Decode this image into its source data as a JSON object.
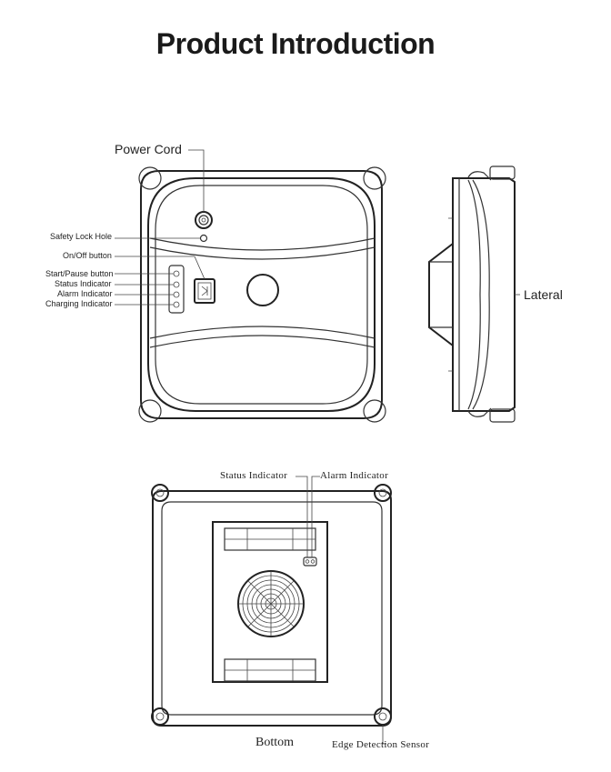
{
  "title": "Product Introduction",
  "front_view": {
    "labels": {
      "power_cord": "Power Cord",
      "safety_lock_hole": "Safety Lock Hole",
      "on_off_button": "On/Off button",
      "start_pause_button": "Start/Pause button",
      "status_indicator": "Status Indicator",
      "alarm_indicator": "Alarm Indicator",
      "charging_indicator": "Charging Indicator"
    }
  },
  "lateral_view": {
    "label": "Lateral"
  },
  "bottom_view": {
    "label": "Bottom",
    "labels": {
      "status_indicator": "Status Indicator",
      "alarm_indicator": "Alarm Indicator",
      "edge_detection_sensor": "Edge Detection Sensor"
    }
  }
}
